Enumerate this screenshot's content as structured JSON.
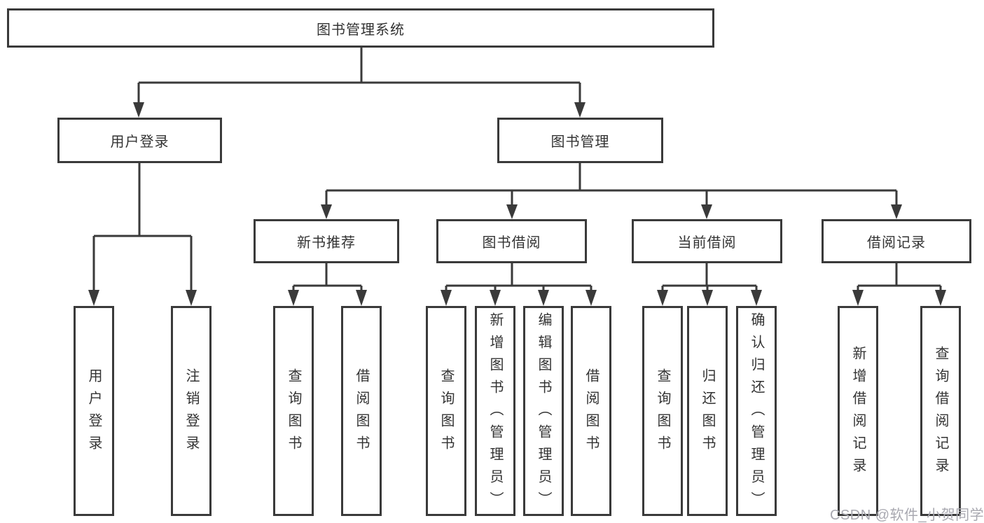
{
  "diagram": {
    "title": "图书管理系统",
    "nodes": {
      "root": "图书管理系统",
      "user_login": "用户登录",
      "book_mgmt": "图书管理",
      "new_book": "新书推荐",
      "book_borrow": "图书借阅",
      "current_borrow": "当前借阅",
      "borrow_record": "借阅记录",
      "leaves": {
        "user_login": [
          "用户登录",
          "注销登录"
        ],
        "new_book": [
          "查询图书",
          "借阅图书"
        ],
        "book_borrow": [
          "查询图书",
          "新增图书（管理员）",
          "编辑图书（管理员）",
          "借阅图书"
        ],
        "current_borrow": [
          "查询图书",
          "归还图书",
          "确认归还（管理员）"
        ],
        "borrow_record": [
          "新增借阅记录",
          "查询借阅记录"
        ]
      }
    },
    "watermark": "CSDN @软件_小贺同学",
    "colors": {
      "line": "#3a3a3a",
      "box_border": "#3a3a3a",
      "text": "#333333",
      "watermark": "#a8a8b0"
    }
  }
}
